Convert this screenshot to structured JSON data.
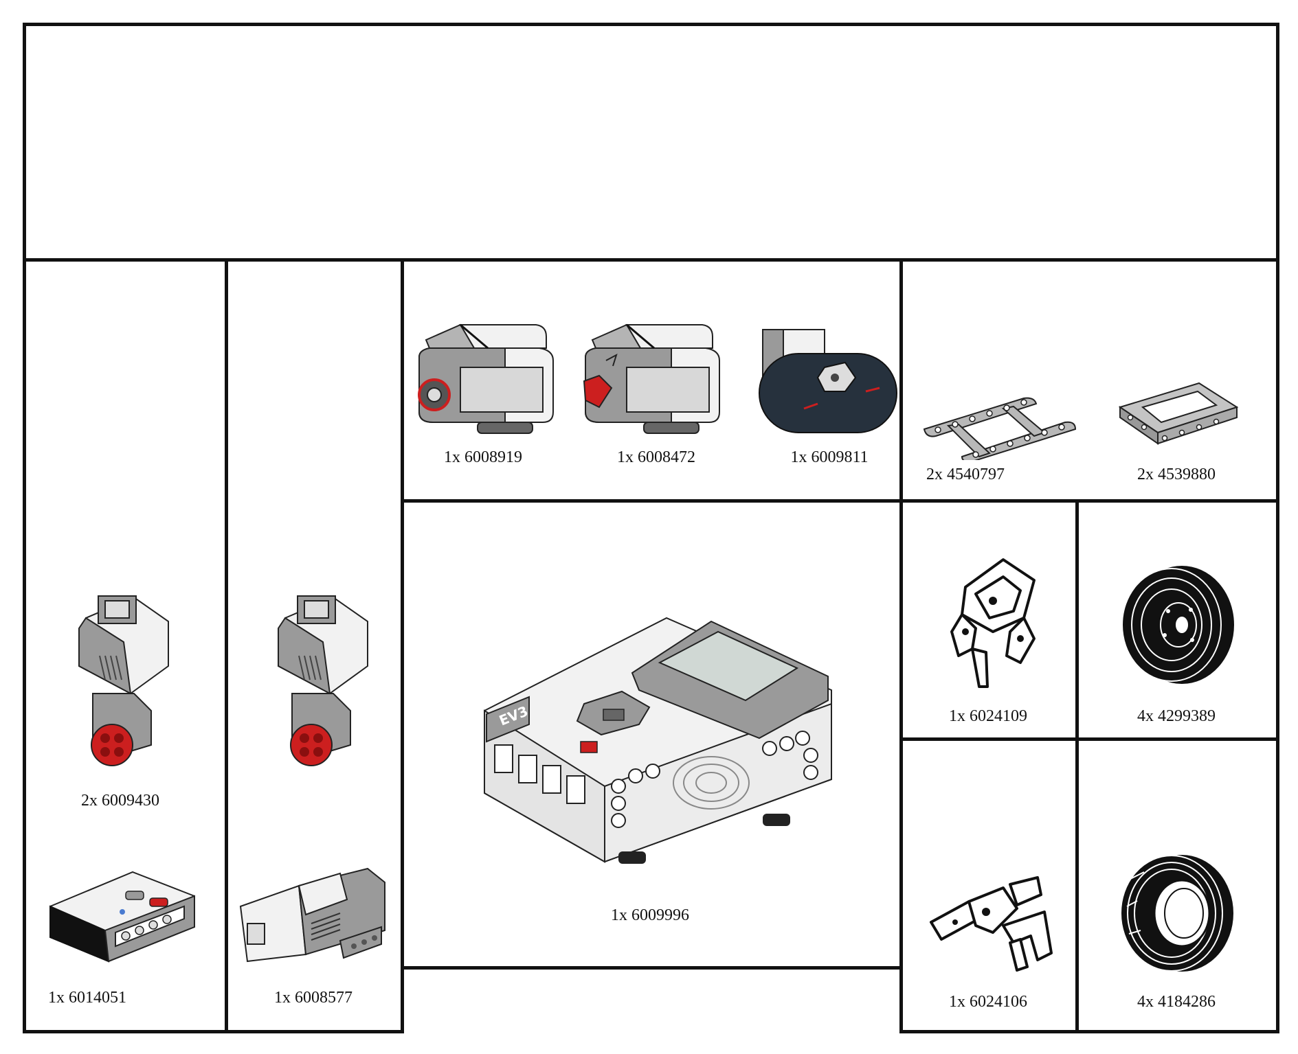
{
  "parts": {
    "medium_sensor_1": {
      "label": "1x 6008919"
    },
    "medium_sensor_2": {
      "label": "1x 6008472"
    },
    "ir_sensor": {
      "label": "1x 6009811"
    },
    "frame_a": {
      "label": "2x 4540797"
    },
    "frame_b": {
      "label": "2x 4539880"
    },
    "large_motor": {
      "label": "2x 6009430"
    },
    "ir_beacon": {
      "label": "1x 6014051"
    },
    "medium_motor": {
      "label": "1x 6008577"
    },
    "ev3_brick": {
      "label": "1x 6009996",
      "brand_text": "EV3"
    },
    "bionicle_part_1": {
      "label": "1x 6024109"
    },
    "rim": {
      "label": "4x 4299389"
    },
    "bionicle_part_2": {
      "label": "1x 6024106"
    },
    "tire": {
      "label": "4x 4184286"
    }
  },
  "colors": {
    "border": "#111111",
    "element_gray": "#9a9a9a",
    "element_white": "#f2f2f2",
    "element_red": "#cc1f1f",
    "element_dark": "#26313d",
    "element_black": "#111111"
  }
}
